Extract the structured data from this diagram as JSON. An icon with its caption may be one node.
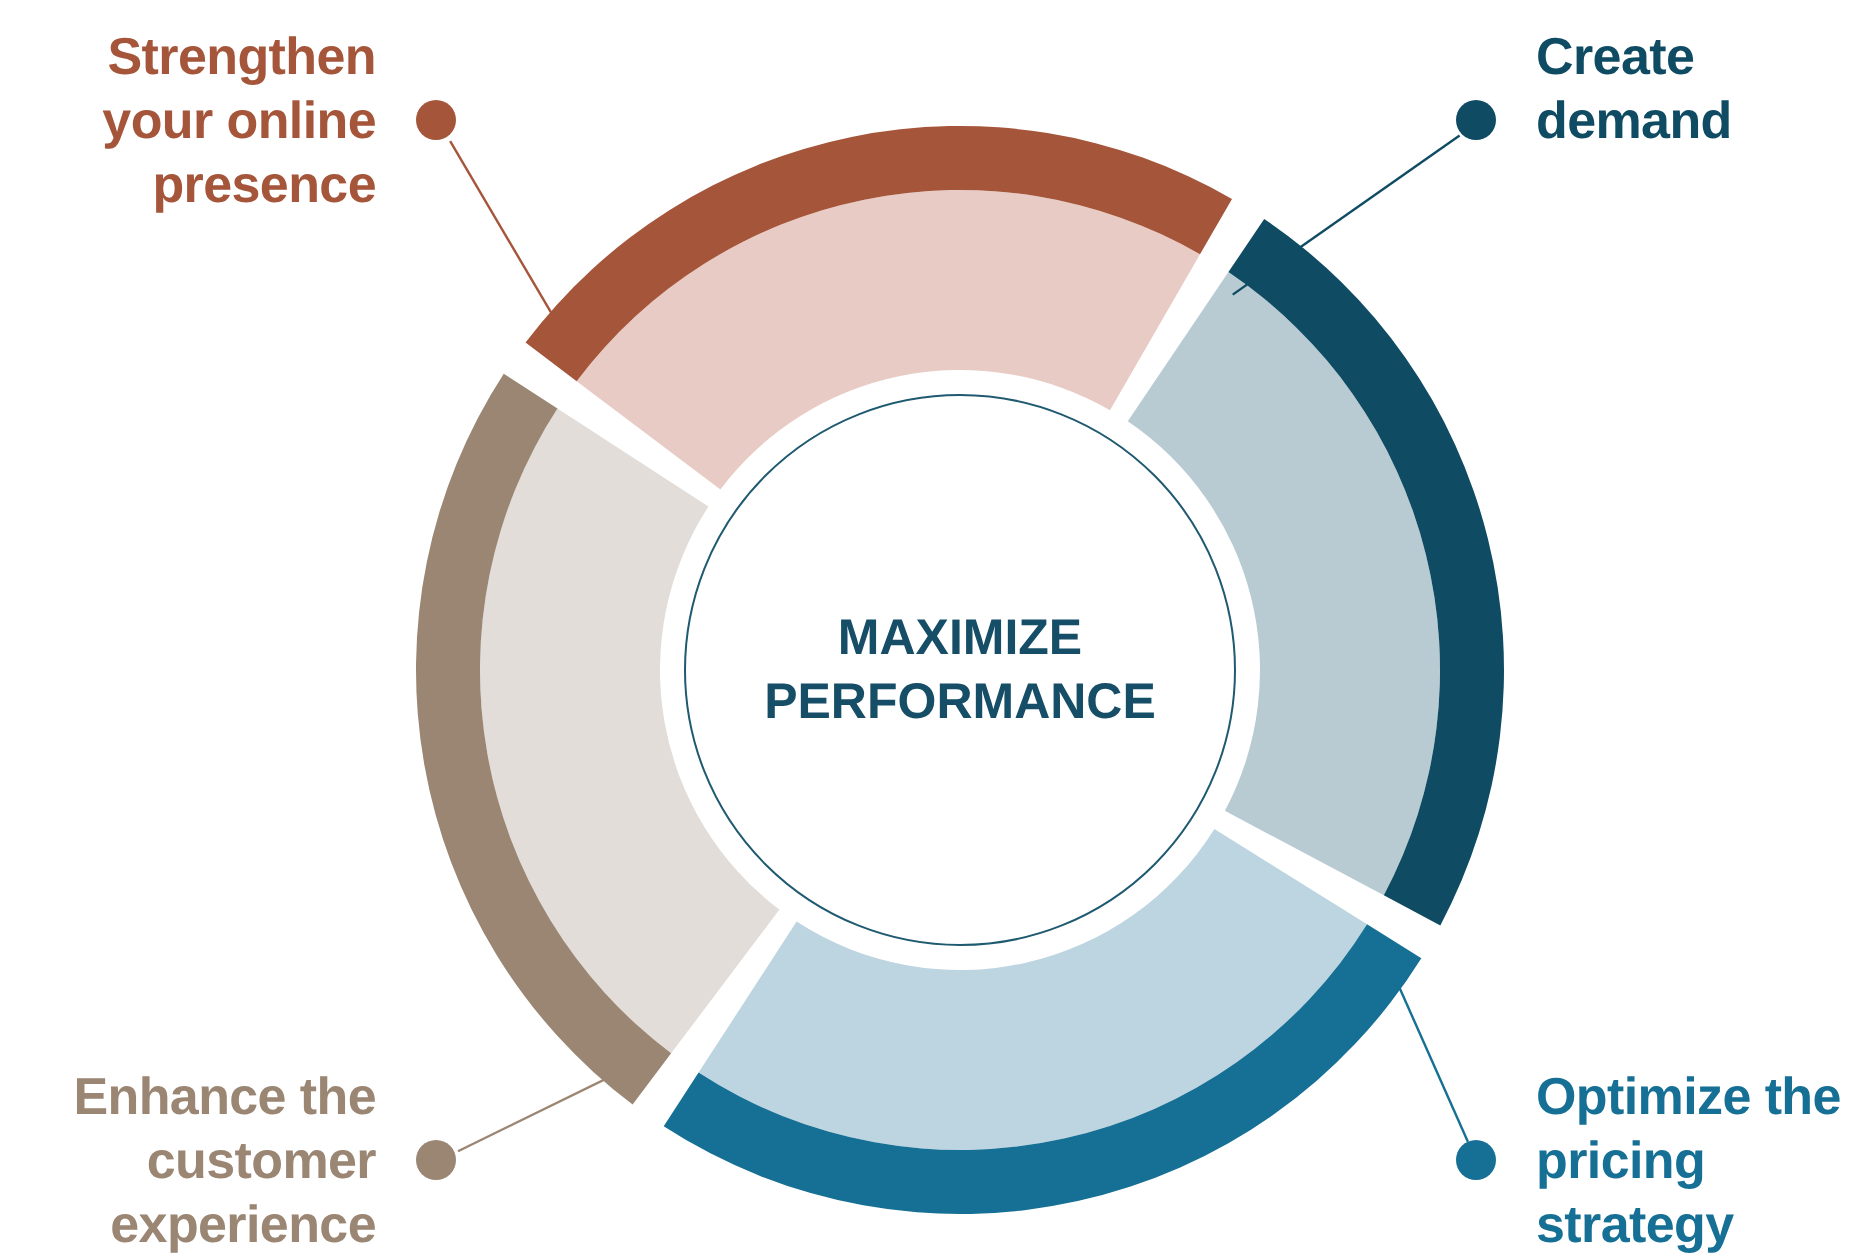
{
  "diagram": {
    "nodes": [
      {
        "text": [
          "Strengthen your online presence"
        ]
      },
      {
        "text": [
          "Create demand"
        ]
      },
      {
        "text": [
          "MAXIMIZE PERFORMANCE"
        ]
      },
      {
        "text": [
          "Enhance the customer experience"
        ]
      },
      {
        "text": [
          "Optimize the pricing strategy"
        ]
      },
      {
        "text": [],
        "shape": "sector"
      },
      {
        "text": [],
        "shape": "sector"
      },
      {
        "text": [],
        "shape": "sector"
      },
      {
        "text": [],
        "shape": "sector"
      }
    ],
    "edges": [
      {
        "from": 0,
        "to": 5,
        "arrow": "none",
        "color": "#a5553a"
      },
      {
        "from": 1,
        "to": 6,
        "arrow": "none",
        "color": "#0f4c63"
      },
      {
        "from": 3,
        "to": 8,
        "arrow": "none",
        "color": "#9a8673"
      },
      {
        "from": 4,
        "to": 7,
        "arrow": "none",
        "color": "#166f94"
      }
    ]
  }
}
